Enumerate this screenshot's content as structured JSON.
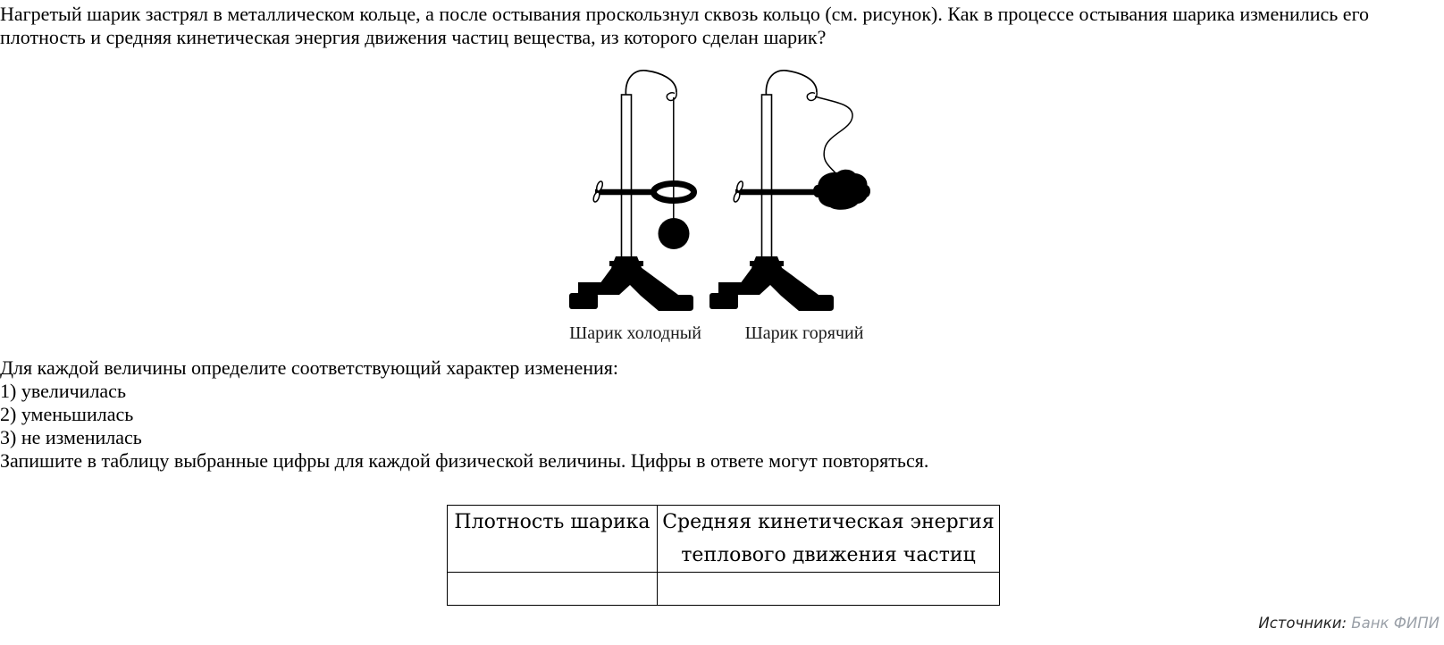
{
  "question": "Нагретый шарик застрял в металлическом кольце, а после остывания проскользнул сквозь кольцо (см. рисунок). Как в процессе остывания шарика изменились его плотность и средняя кинетическая энергия движения частиц вещества, из которого сделан шарик?",
  "figure": {
    "captions": {
      "cold": "Шарик холодный",
      "hot": "Шарик горячий"
    }
  },
  "instructions": {
    "intro": "Для каждой величины определите соответствующий характер изменения:",
    "options": [
      "1) увеличилась",
      "2) уменьшилась",
      "3) не изменилась"
    ],
    "outro": "Запишите в таблицу выбранные цифры для каждой физической величины. Цифры в ответе могут повторяться."
  },
  "answer_table": {
    "col1_header": "Плотность шарика",
    "col2_header_line1": "Средняя кинетическая энергия",
    "col2_header_line2": "теплового движения частиц",
    "answers": [
      "",
      ""
    ]
  },
  "footer": {
    "label": "Источники:",
    "source": "Банк ФИПИ",
    "source_color": "#9aa0a8",
    "label_color": "#222222"
  }
}
